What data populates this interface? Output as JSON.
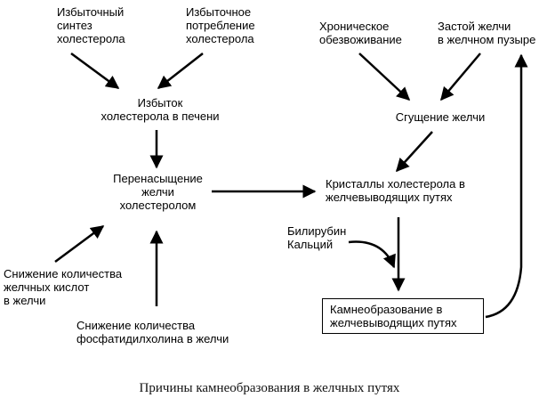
{
  "nodes": {
    "synth": "Избыточный\nсинтез\nхолестерола",
    "consume": "Избыточное\nпотребление\nхолестерола",
    "dehydration": "Хроническое\nобезвоживание",
    "stasis": "Застой желчи\nв желчном пузыре",
    "excess_liver": "Избыток\nхолестерола в печени",
    "thickening": "Сгущение желчи",
    "supersaturation": "Перенасыщение\nжелчи\nхолестеролом",
    "crystals": "Кристаллы холестерола в\nжелчевыводящих путях",
    "bili_calcium": "Билирубин\nКальций",
    "reduce_acids": "Снижение количества\nжелчных кислот\nв желчи",
    "reduce_phos": "Снижение количества\nфосфатидилхолина в желчи",
    "stones": "Камнеобразование в\nжелчевыводящих путях"
  },
  "caption": "Причины камнеобразования в желчных путях"
}
